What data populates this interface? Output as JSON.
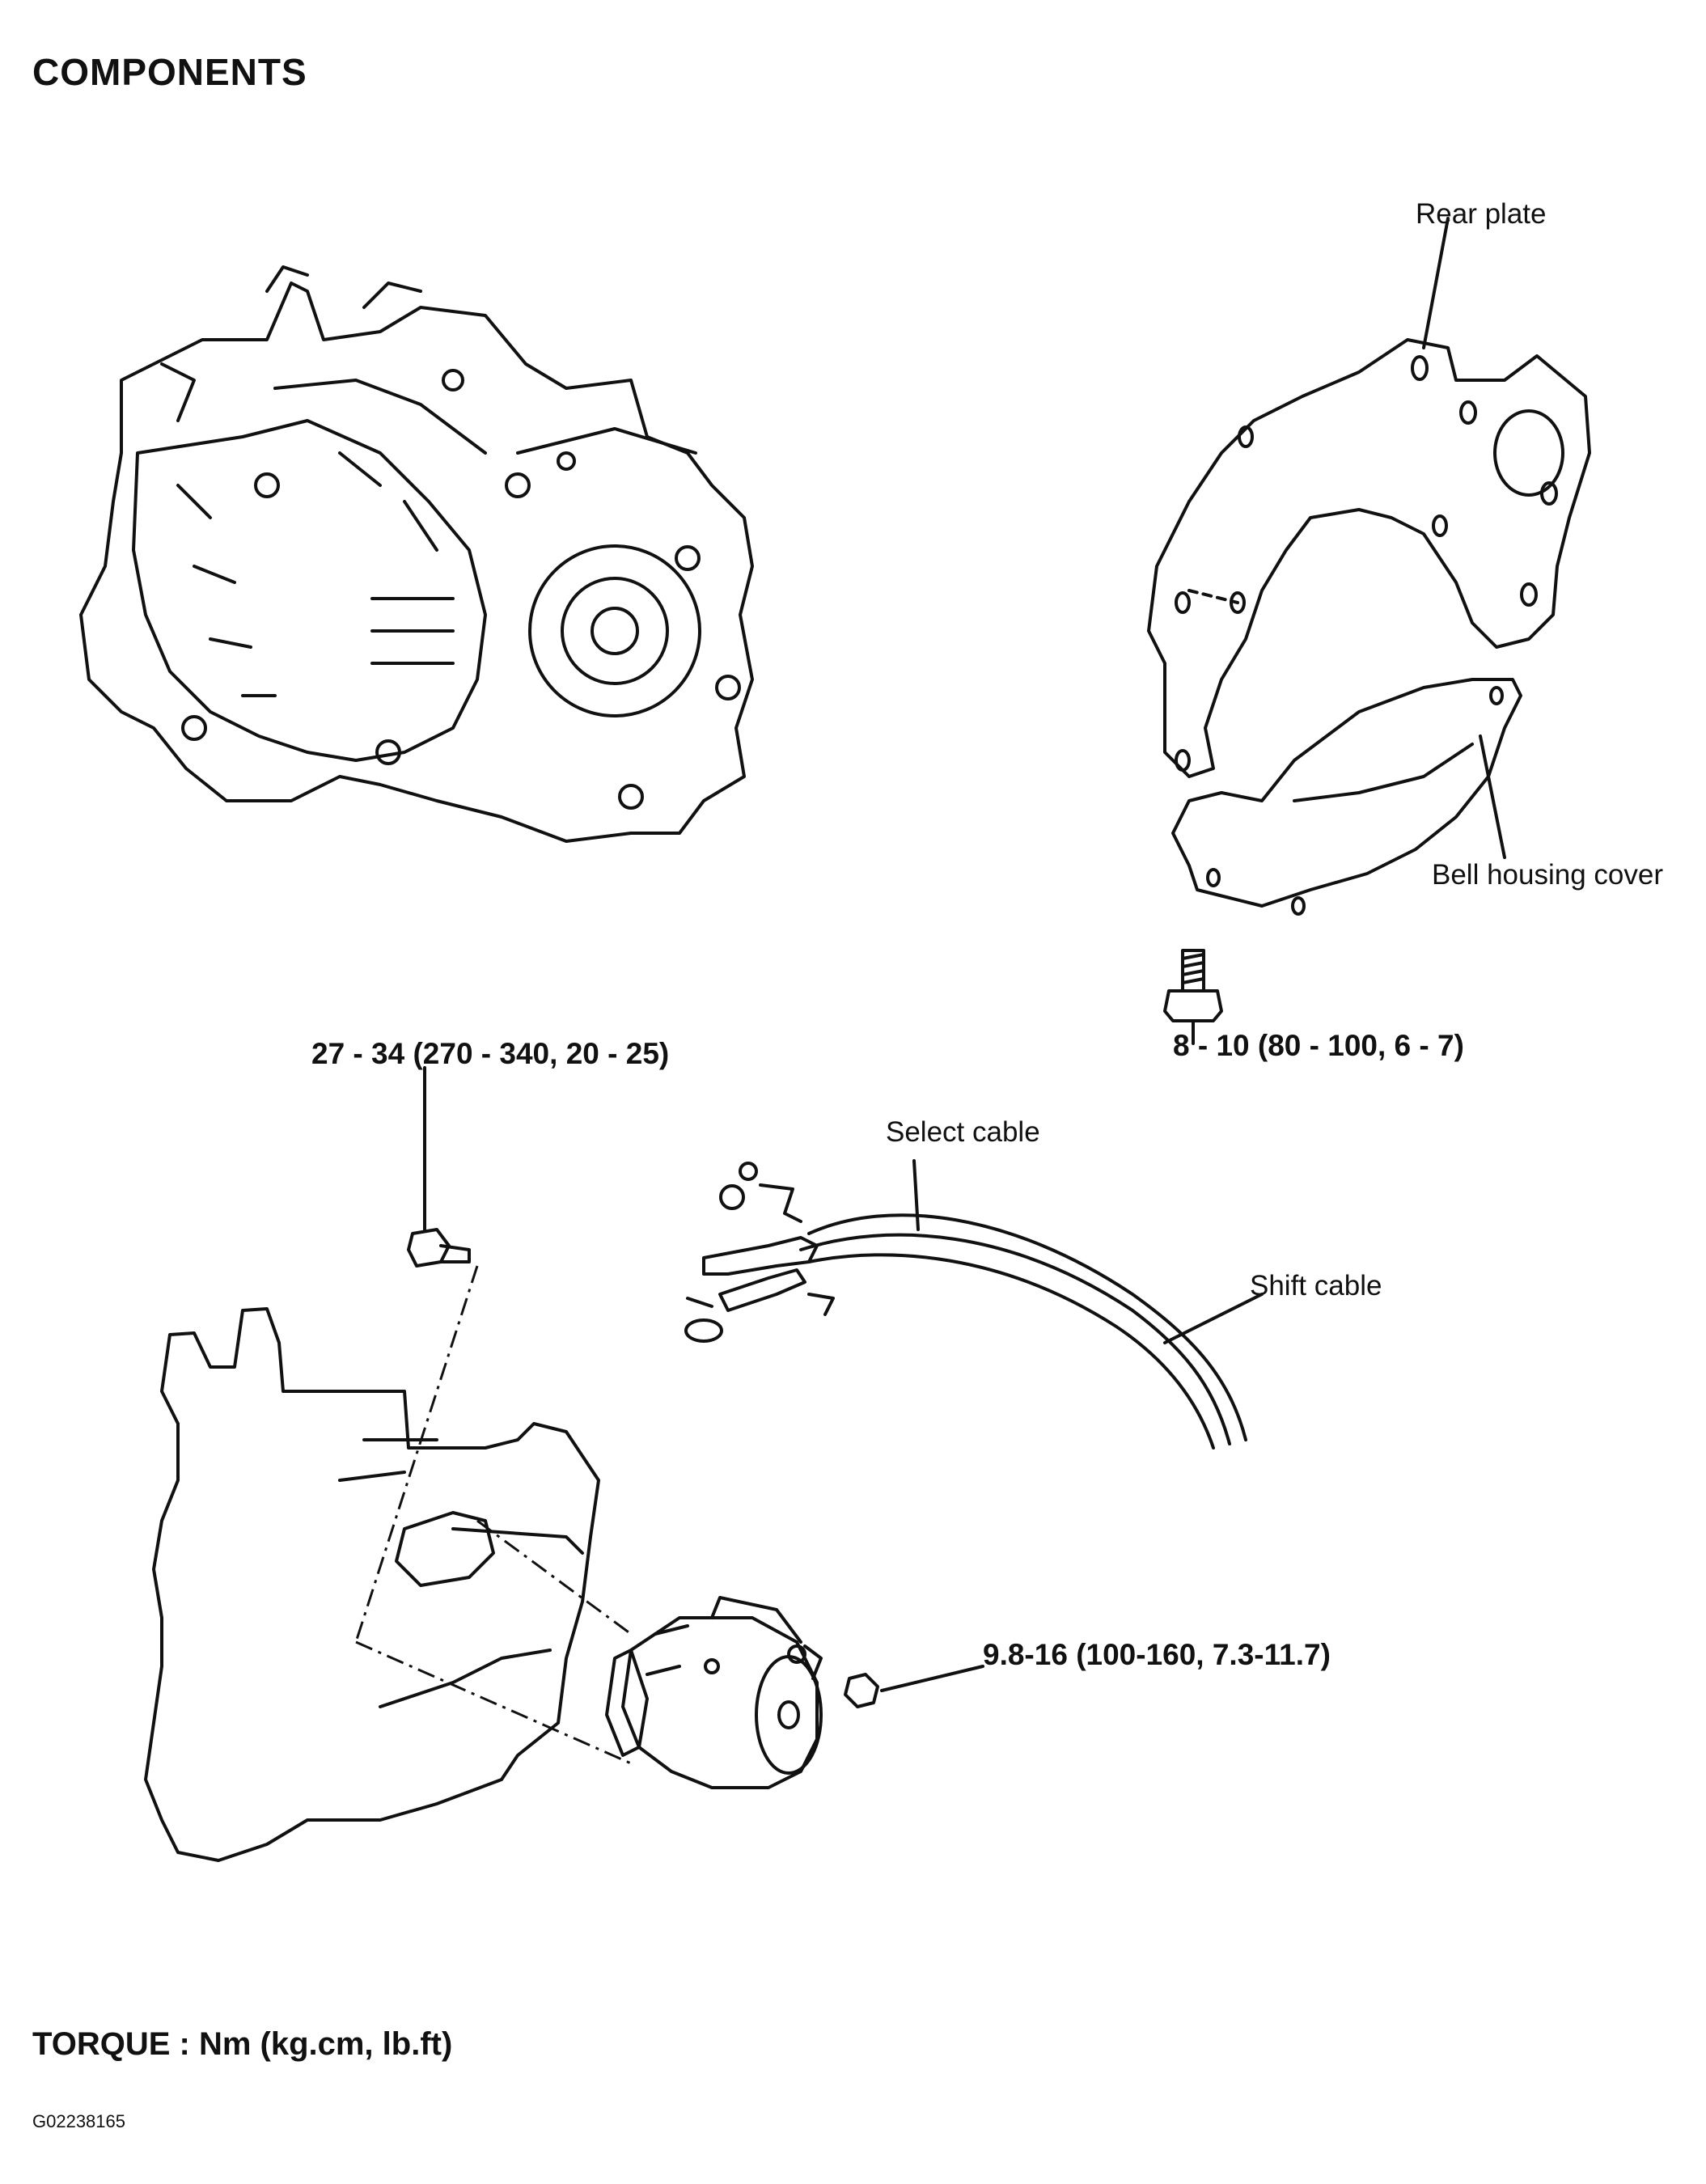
{
  "title": "COMPONENTS",
  "labels": {
    "rear_plate": "Rear plate",
    "bell_housing_cover": "Bell housing cover",
    "select_cable": "Select cable",
    "shift_cable": "Shift cable"
  },
  "torques": {
    "bell_cover_bolt": "8 - 10 (80 - 100, 6 - 7)",
    "starter_bolt": "27 - 34 (270 - 340, 20 - 25)",
    "starter_nut": "9.8-16 (100-160, 7.3-11.7)"
  },
  "footer": {
    "torque_units": "TORQUE : Nm (kg.cm, lb.ft)",
    "figure_code": "G02238165"
  }
}
